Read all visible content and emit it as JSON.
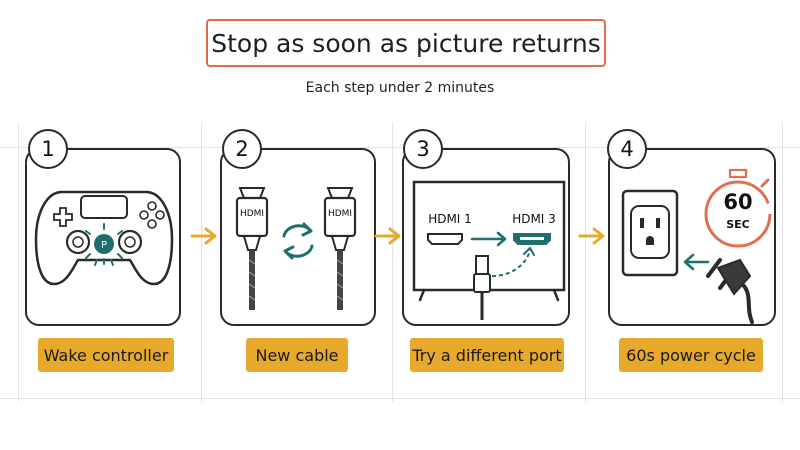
{
  "title": "Stop as soon as picture returns",
  "subtitle": "Each step under 2 minutes",
  "steps": [
    {
      "number": "1",
      "label": "Wake controller"
    },
    {
      "number": "2",
      "label": "New cable",
      "plug_text_left": "HDMI",
      "plug_text_right": "HDMI"
    },
    {
      "number": "3",
      "label": "Try a different port",
      "port_a": "HDMI 1",
      "port_b": "HDMI 3"
    },
    {
      "number": "4",
      "label": "60s power cycle",
      "timer_value": "60",
      "timer_unit": "SEC"
    }
  ],
  "colors": {
    "title_border": "#de6d4f",
    "label_fill": "#e6a92c",
    "accent_teal": "#1f6f6c",
    "timer_orange": "#e0704f"
  }
}
